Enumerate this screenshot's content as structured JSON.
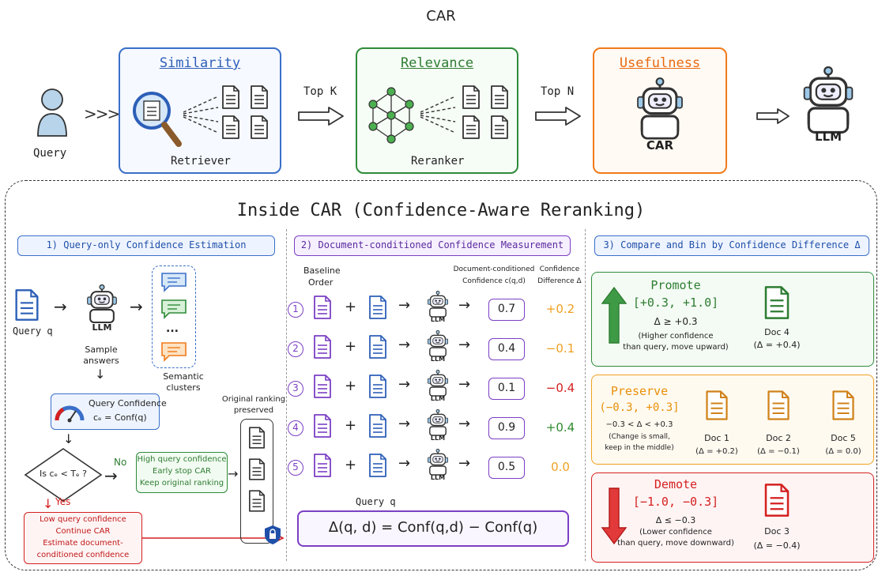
{
  "title": "CAR",
  "top": {
    "query_label": "Query",
    "similarity": {
      "heading": "Similarity",
      "caption": "Retriever"
    },
    "topk": "Top K",
    "relevance": {
      "heading": "Relevance",
      "caption": "Reranker"
    },
    "topn": "Top N",
    "usefulness": {
      "heading": "Usefulness",
      "robot_label": "CAR"
    },
    "llm_label": "LLM"
  },
  "inside_title": "Inside CAR (Confidence-Aware Reranking)",
  "section1": {
    "header": "1) Query-only Confidence Estimation",
    "query_q": "Query q",
    "llm": "LLM",
    "sample_answers": [
      "Sample",
      "answers"
    ],
    "semantic_clusters": [
      "Semantic",
      "clusters"
    ],
    "ellipsis": "...",
    "conf_title": "Query Confidence",
    "conf_formula": "cₑ = Conf(q)",
    "decision": "Is cₑ < Tₑ ?",
    "no": "No",
    "yes": "Yes",
    "high_conf": [
      "High query confidence",
      "Early stop CAR",
      "Keep original ranking"
    ],
    "low_conf": [
      "Low query confidence",
      "Continue CAR",
      "Estimate document-",
      "conditioned confidence"
    ],
    "orig_rank": [
      "Original ranking",
      "preserved"
    ]
  },
  "section2": {
    "header": "2) Document-conditioned Confidence Measurement",
    "baseline": [
      "Baseline",
      "Order"
    ],
    "docconf": [
      "Document-conditioned",
      "Confidence  c(q,d)"
    ],
    "confdiff": [
      "Confidence",
      "Difference Δ"
    ],
    "rows": [
      {
        "n": "1",
        "value": "0.7",
        "delta": "+0.2",
        "color": "#f0a020"
      },
      {
        "n": "2",
        "value": "0.4",
        "delta": "−0.1",
        "color": "#f0a020"
      },
      {
        "n": "3",
        "value": "0.1",
        "delta": "−0.4",
        "color": "#d42020"
      },
      {
        "n": "4",
        "value": "0.9",
        "delta": "+0.4",
        "color": "#2e8b2e"
      },
      {
        "n": "5",
        "value": "0.5",
        "delta": "0.0",
        "color": "#f0a020"
      }
    ],
    "llm": "LLM",
    "query_q": "Query q",
    "formula": "Δ(q, d) = Conf(q,d) − Conf(q)"
  },
  "section3": {
    "header": "3) Compare and Bin by Confidence Difference Δ",
    "promote": {
      "title": "Promote",
      "range": "[+0.3, +1.0]",
      "rule": "Δ ≥ +0.3",
      "note": [
        "(Higher confidence",
        "than query, move upward)"
      ],
      "docs": [
        {
          "name": "Doc 4",
          "delta": "(Δ = +0.4)"
        }
      ]
    },
    "preserve": {
      "title": "Preserve",
      "range": "(−0.3, +0.3]",
      "rule": "−0.3 < Δ < +0.3",
      "note": [
        "(Change is small,",
        "keep in the middle)"
      ],
      "docs": [
        {
          "name": "Doc 1",
          "delta": "(Δ = +0.2)"
        },
        {
          "name": "Doc 2",
          "delta": "(Δ = −0.1)"
        },
        {
          "name": "Doc 5",
          "delta": "(Δ = 0.0)"
        }
      ]
    },
    "demote": {
      "title": "Demote",
      "range": "[−1.0, −0.3]",
      "rule": "Δ ≤ −0.3",
      "note": [
        "(Lower confidence",
        "than query, move downward)"
      ],
      "docs": [
        {
          "name": "Doc 3",
          "delta": "(Δ = −0.4)"
        }
      ]
    }
  }
}
